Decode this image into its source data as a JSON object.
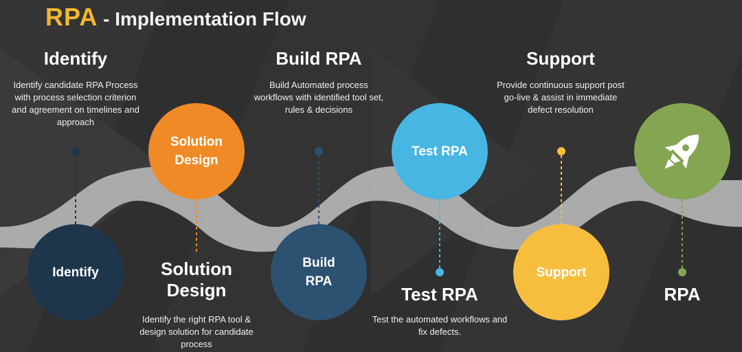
{
  "title": {
    "accent": "RPA",
    "rest": " - Implementation Flow"
  },
  "colors": {
    "accent": "#f5b82e",
    "identify": "#1d364b",
    "solution_design": "#f08a26",
    "build_rpa": "#2c5171",
    "test_rpa": "#48b6e3",
    "support": "#f7be3e",
    "rpa": "#84a552",
    "wave": "#b8b8b8",
    "background": "#2f2f2f"
  },
  "steps": {
    "identify": {
      "heading": "Identify",
      "bubble_label": "Identify",
      "description": "Identify candidate RPA Process with process selection criterion and agreement on timelines and approach"
    },
    "solution_design": {
      "heading": "Solution Design",
      "bubble_label": "Solution Design",
      "description": "Identify the right RPA tool & design solution for candidate process"
    },
    "build_rpa": {
      "heading": "Build RPA",
      "bubble_label": "Build RPA",
      "description": "Build Automated process workflows with identified tool set, rules & decisions"
    },
    "test_rpa": {
      "heading": "Test RPA",
      "bubble_label": "Test RPA",
      "description": "Test the automated workflows and fix defects."
    },
    "support": {
      "heading": "Support",
      "bubble_label": "Support",
      "description": "Provide continuous support post go-live & assist in immediate defect resolution"
    },
    "rpa": {
      "heading": "RPA",
      "icon": "rocket-icon"
    }
  }
}
